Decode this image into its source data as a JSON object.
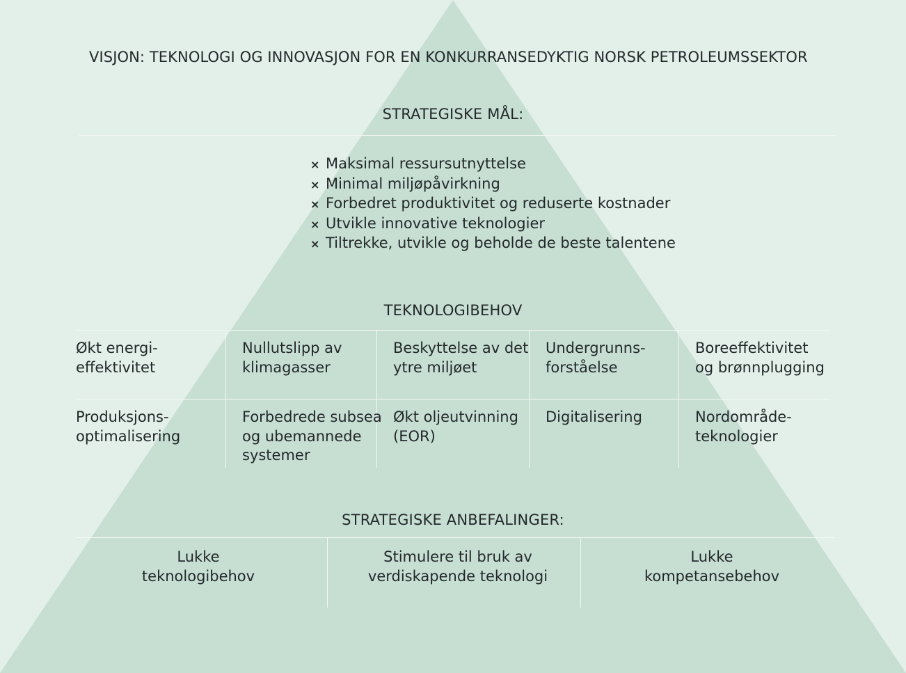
{
  "colors": {
    "background": "#e3efe9",
    "pyramid": "#c7dfd3",
    "text": "#23282b",
    "divider": "#f2f8f5"
  },
  "vision": "VISJON: TEKNOLOGI OG INNOVASJON FOR EN KONKURRANSEDYKTIG NORSK PETROLEUMSSEKTOR",
  "goals": {
    "heading": "STRATEGISKE MÅL:",
    "bullet_symbol": "×",
    "items": [
      "Maksimal ressursutnyttelse",
      "Minimal miljøpåvirkning",
      "Forbedret produktivitet og reduserte kostnader",
      "Utvikle innovative teknologier",
      "Tiltrekke, utvikle og beholde de beste talentene"
    ]
  },
  "needs": {
    "heading": "TEKNOLOGIBEHOV",
    "row1": [
      {
        "line1": "Økt energi-",
        "line2": "effektivitet",
        "line3": ""
      },
      {
        "line1": "Nullutslipp av",
        "line2": "klimagasser",
        "line3": ""
      },
      {
        "line1": "Beskyttelse av det",
        "line2": "ytre miljøet",
        "line3": ""
      },
      {
        "line1": "Undergrunns-",
        "line2": "forståelse",
        "line3": ""
      },
      {
        "line1": "Boreeffektivitet",
        "line2": "og brønnplugging",
        "line3": ""
      }
    ],
    "row2": [
      {
        "line1": "Produksjons-",
        "line2": "optimalisering",
        "line3": ""
      },
      {
        "line1": "Forbedrede subsea",
        "line2": "og ubemannede",
        "line3": "systemer"
      },
      {
        "line1": "Økt oljeutvinning",
        "line2": "(EOR)",
        "line3": ""
      },
      {
        "line1": "Digitalisering",
        "line2": "",
        "line3": ""
      },
      {
        "line1": "Nordområde-",
        "line2": "teknologier",
        "line3": ""
      }
    ]
  },
  "recommendations": {
    "heading": "STRATEGISKE ANBEFALINGER:",
    "items": [
      {
        "line1": "Lukke",
        "line2": "teknologibehov"
      },
      {
        "line1": "Stimulere til bruk av",
        "line2": "verdiskapende teknologi"
      },
      {
        "line1": "Lukke",
        "line2": "kompetansebehov"
      }
    ]
  }
}
